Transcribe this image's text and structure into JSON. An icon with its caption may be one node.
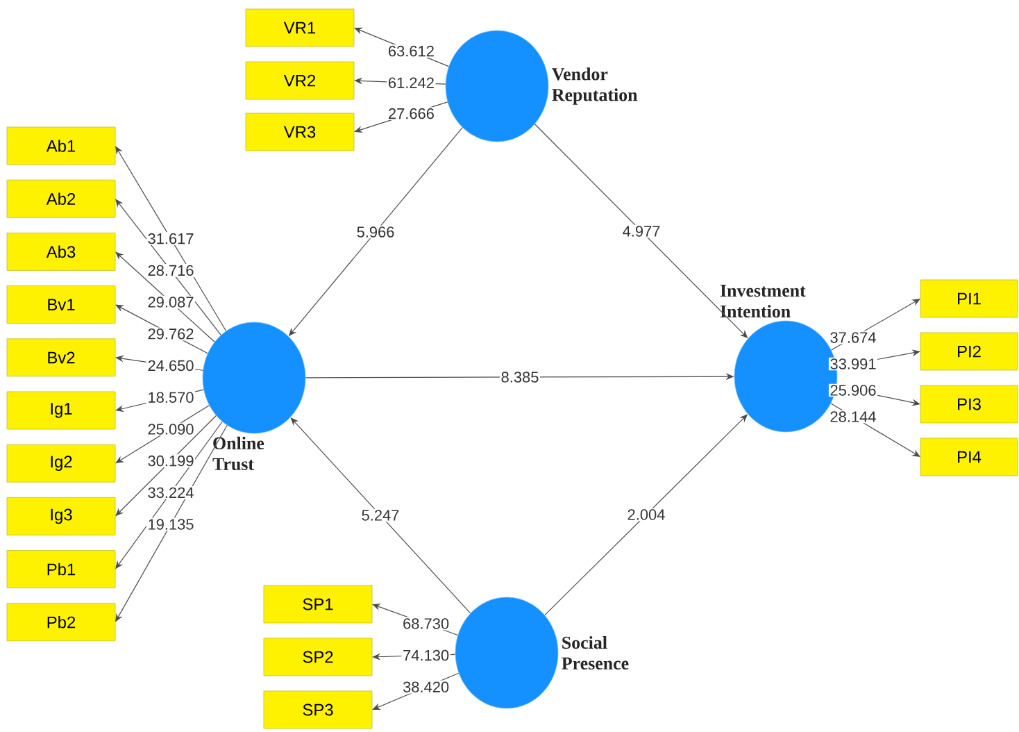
{
  "diagram": {
    "nodes": [
      {
        "text": [
          "Vendor Reputation"
        ]
      },
      {
        "text": [
          "Online Trust"
        ]
      },
      {
        "text": [
          "Investment Intention"
        ]
      },
      {
        "text": [
          "Social Presence"
        ]
      },
      {
        "text": [
          "VR1"
        ]
      },
      {
        "text": [
          "VR2"
        ]
      },
      {
        "text": [
          "VR3"
        ]
      },
      {
        "text": [
          "Ab1"
        ]
      },
      {
        "text": [
          "Ab2"
        ]
      },
      {
        "text": [
          "Ab3"
        ]
      },
      {
        "text": [
          "Bv1"
        ]
      },
      {
        "text": [
          "Bv2"
        ]
      },
      {
        "text": [
          "Ig1"
        ]
      },
      {
        "text": [
          "Ig2"
        ]
      },
      {
        "text": [
          "Ig3"
        ]
      },
      {
        "text": [
          "Pb1"
        ]
      },
      {
        "text": [
          "Pb2"
        ]
      },
      {
        "text": [
          "PI1"
        ]
      },
      {
        "text": [
          "PI2"
        ]
      },
      {
        "text": [
          "PI3"
        ]
      },
      {
        "text": [
          "PI4"
        ]
      },
      {
        "text": [
          "SP1"
        ]
      },
      {
        "text": [
          "SP2"
        ]
      },
      {
        "text": [
          "SP3"
        ]
      }
    ],
    "edges": [
      {
        "from": 0,
        "to": 1,
        "arrow": "to",
        "label": "5.966"
      },
      {
        "from": 0,
        "to": 2,
        "arrow": "to",
        "label": "4.977"
      },
      {
        "from": 1,
        "to": 2,
        "arrow": "to",
        "label": "8.385"
      },
      {
        "from": 3,
        "to": 1,
        "arrow": "to",
        "label": "5.247"
      },
      {
        "from": 3,
        "to": 2,
        "arrow": "to",
        "label": "2.004"
      },
      {
        "from": 0,
        "to": 4,
        "arrow": "to",
        "label": "63.612"
      },
      {
        "from": 0,
        "to": 5,
        "arrow": "to",
        "label": "61.242"
      },
      {
        "from": 0,
        "to": 6,
        "arrow": "to",
        "label": "27.666"
      },
      {
        "from": 1,
        "to": 7,
        "arrow": "to",
        "label": "31.617"
      },
      {
        "from": 1,
        "to": 8,
        "arrow": "to",
        "label": "28.716"
      },
      {
        "from": 1,
        "to": 9,
        "arrow": "to",
        "label": "29.087"
      },
      {
        "from": 1,
        "to": 10,
        "arrow": "to",
        "label": "29.762"
      },
      {
        "from": 1,
        "to": 11,
        "arrow": "to",
        "label": "24.650"
      },
      {
        "from": 1,
        "to": 12,
        "arrow": "to",
        "label": "18.570"
      },
      {
        "from": 1,
        "to": 13,
        "arrow": "to",
        "label": "25.090"
      },
      {
        "from": 1,
        "to": 14,
        "arrow": "to",
        "label": "30.199"
      },
      {
        "from": 1,
        "to": 15,
        "arrow": "to",
        "label": "33.224"
      },
      {
        "from": 1,
        "to": 16,
        "arrow": "to",
        "label": "19.135"
      },
      {
        "from": 2,
        "to": 17,
        "arrow": "to",
        "label": "37.674"
      },
      {
        "from": 2,
        "to": 18,
        "arrow": "to",
        "label": "33.991"
      },
      {
        "from": 2,
        "to": 19,
        "arrow": "to",
        "label": "25.906"
      },
      {
        "from": 2,
        "to": 20,
        "arrow": "to",
        "label": "28.144"
      },
      {
        "from": 3,
        "to": 21,
        "arrow": "to",
        "label": "68.730"
      },
      {
        "from": 3,
        "to": 22,
        "arrow": "to",
        "label": "74.130"
      },
      {
        "from": 3,
        "to": 23,
        "arrow": "to",
        "label": "38.420"
      }
    ]
  }
}
